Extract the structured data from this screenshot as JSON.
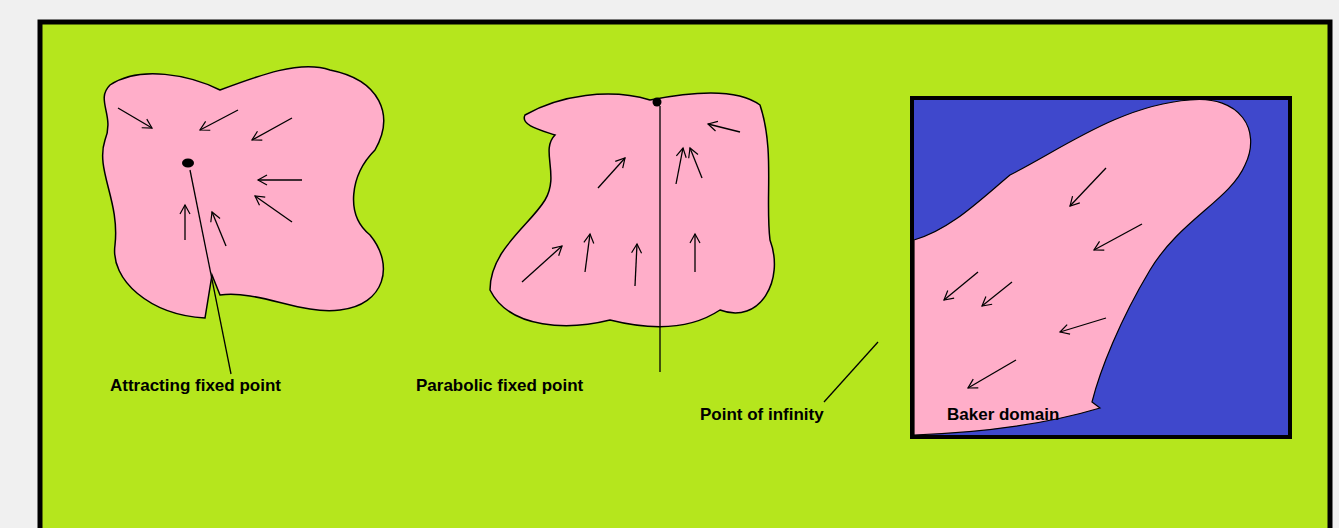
{
  "diagram": {
    "labels": [
      "Attracting fixed point",
      "Parabolic fixed point",
      "Point of infinity",
      "Baker domain"
    ]
  }
}
